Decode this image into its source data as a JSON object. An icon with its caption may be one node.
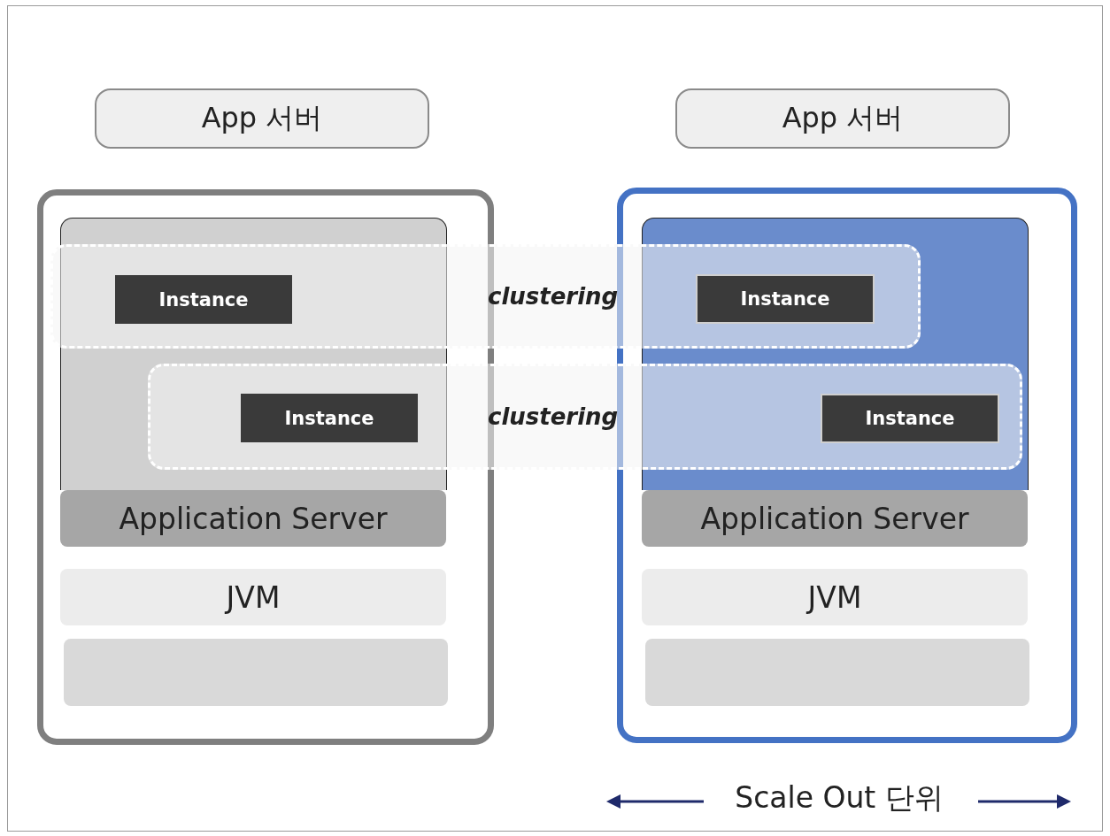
{
  "diagram": {
    "nodes": [
      {
        "text": [
          "App 서버"
        ]
      },
      {
        "text": [
          "App 서버"
        ]
      },
      {
        "text": [],
        "shape": "box"
      },
      {
        "text": [],
        "shape": "box",
        "in": 2
      },
      {
        "text": [
          "Instance"
        ]
      },
      {
        "text": [
          "Instance"
        ]
      },
      {
        "text": [
          "Application Server"
        ],
        "in": 2
      },
      {
        "text": [
          "JVM"
        ],
        "in": 2
      },
      {
        "text": [],
        "shape": "box",
        "in": 2
      },
      {
        "text": [],
        "shape": "box"
      },
      {
        "text": [],
        "shape": "box",
        "in": 9
      },
      {
        "text": [
          "Instance"
        ]
      },
      {
        "text": [
          "Instance"
        ]
      },
      {
        "text": [
          "Application Server"
        ],
        "in": 9
      },
      {
        "text": [
          "JVM"
        ],
        "in": 9
      },
      {
        "text": [],
        "shape": "box",
        "in": 9
      },
      {
        "text": [
          "clustering"
        ]
      },
      {
        "text": [
          "clustering"
        ]
      }
    ],
    "edges": [],
    "labels": [
      "Scale Out 단위"
    ]
  }
}
